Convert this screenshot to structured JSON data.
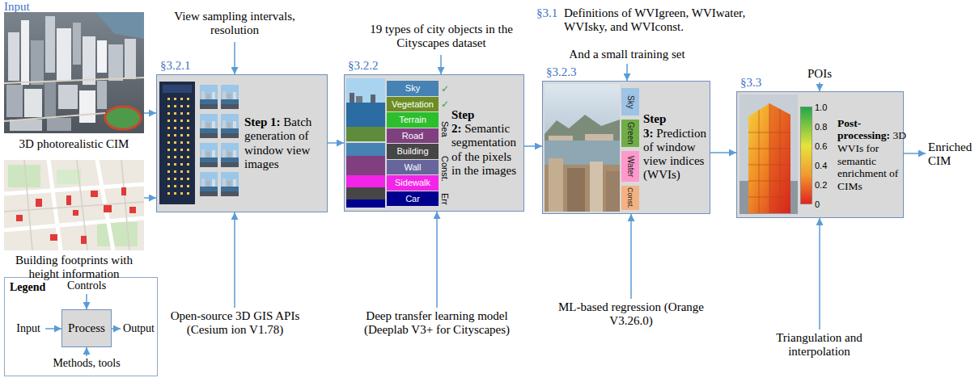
{
  "diagram": {
    "nodes": [
      {
        "text": [
          "§3.2.1",
          "Step 1:",
          "Batch generation of window view images"
        ]
      },
      {
        "text": [
          "§3.2.2",
          "Step 2:",
          "Semantic segmentation of the pixels in the images"
        ]
      },
      {
        "text": [
          "Sky"
        ],
        "in": 1
      },
      {
        "text": [
          "Vegetation"
        ],
        "in": 1
      },
      {
        "text": [
          "Terrain"
        ],
        "in": 1
      },
      {
        "text": [
          "Road"
        ],
        "in": 1
      },
      {
        "text": [
          "Building"
        ],
        "in": 1
      },
      {
        "text": [
          "Wall"
        ],
        "in": 1
      },
      {
        "text": [
          "Sidewalk"
        ],
        "in": 1
      },
      {
        "text": [
          "Car"
        ],
        "in": 1
      },
      {
        "text": [
          "§3.2.3",
          "Step 3:",
          "Prediction of window view indices (WVIs)"
        ]
      },
      {
        "text": [
          "Sky"
        ],
        "in": 10
      },
      {
        "text": [
          "Green"
        ],
        "in": 10
      },
      {
        "text": [
          "Water"
        ],
        "in": 10
      },
      {
        "text": [
          "Const."
        ],
        "in": 10
      },
      {
        "text": [
          "§3.3",
          "Post-processing:",
          "3D WVIs for semantic enrichment of CIMs"
        ]
      },
      {
        "text": [
          "Legend"
        ]
      },
      {
        "text": [
          "Process"
        ],
        "in": 16
      }
    ],
    "edges": [
      {
        "from": 0,
        "to": 1,
        "arrow": "to"
      },
      {
        "from": 1,
        "to": 10,
        "arrow": "to"
      },
      {
        "from": 10,
        "to": 15,
        "arrow": "to"
      }
    ],
    "labels": [
      "Input",
      "3D photorealistic CIM",
      "Building footprints with height information",
      "View sampling intervals, resolution",
      "Open-source 3D GIS APIs (Cesium ion V1.78)",
      "19 types of city objects in the Cityscapes dataset",
      "✓",
      "✓",
      "Sea",
      "Const.",
      "Err",
      "Deep transfer learning model (Deeplab V3+ for Cityscapes)",
      "§3.1",
      "Definitions of WVIgreen, WVIwater, WVIsky, and WVIconst.",
      "And a small training set",
      "ML-based regression (Orange V3.26.0)",
      "POIs",
      "1.0",
      "0.8",
      "0.6",
      "0.4",
      "0.2",
      "0",
      "Triangulation and interpolation",
      "Enriched CIM",
      "Controls",
      "Input",
      "Output",
      "Methods, tools"
    ]
  }
}
